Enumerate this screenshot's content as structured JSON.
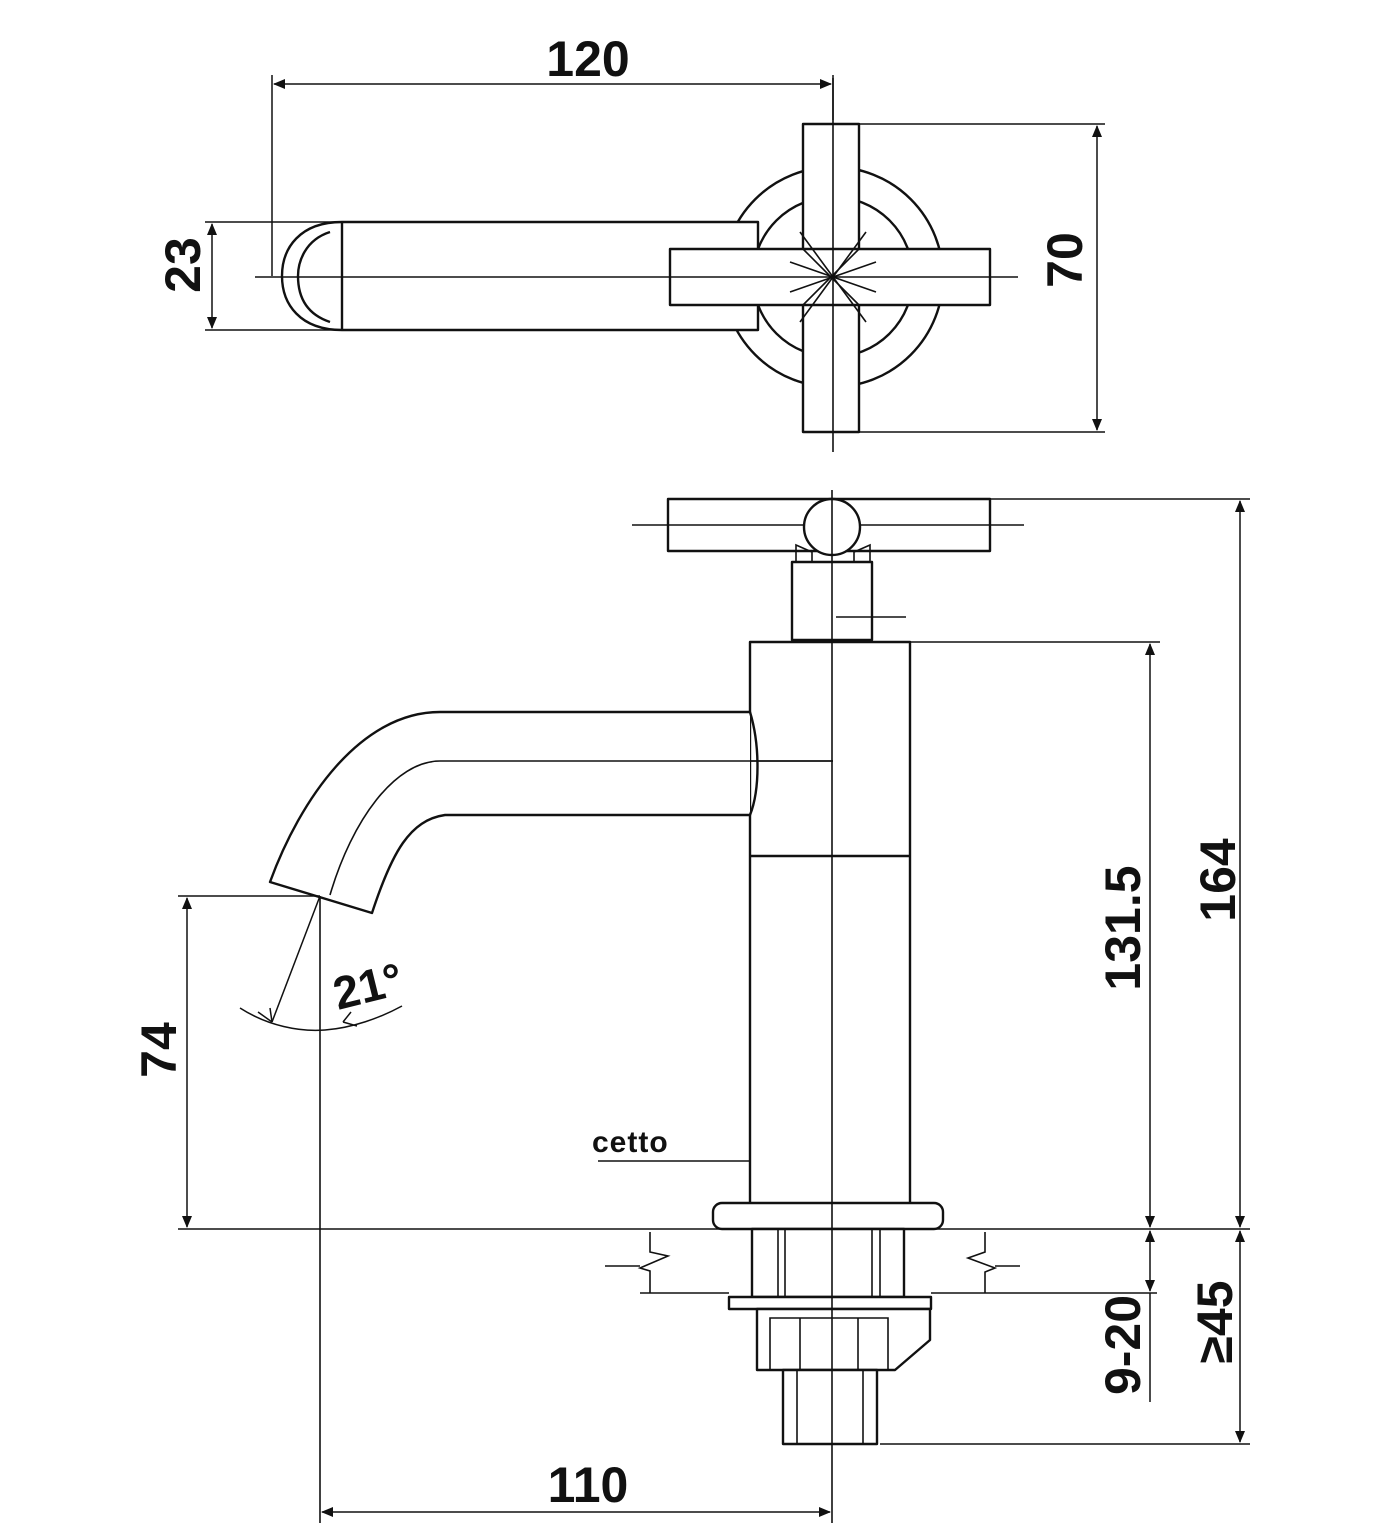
{
  "dimensions": {
    "top_width": "120",
    "top_spout_height": "23",
    "top_handle_span": "70",
    "side_total_height": "164",
    "side_body_height": "131.5",
    "side_spout_height": "74",
    "side_reach": "110",
    "mount_thickness": "9-20",
    "min_shank_length": "≥45",
    "spout_angle": "21°"
  },
  "brand_mark": "cetto"
}
